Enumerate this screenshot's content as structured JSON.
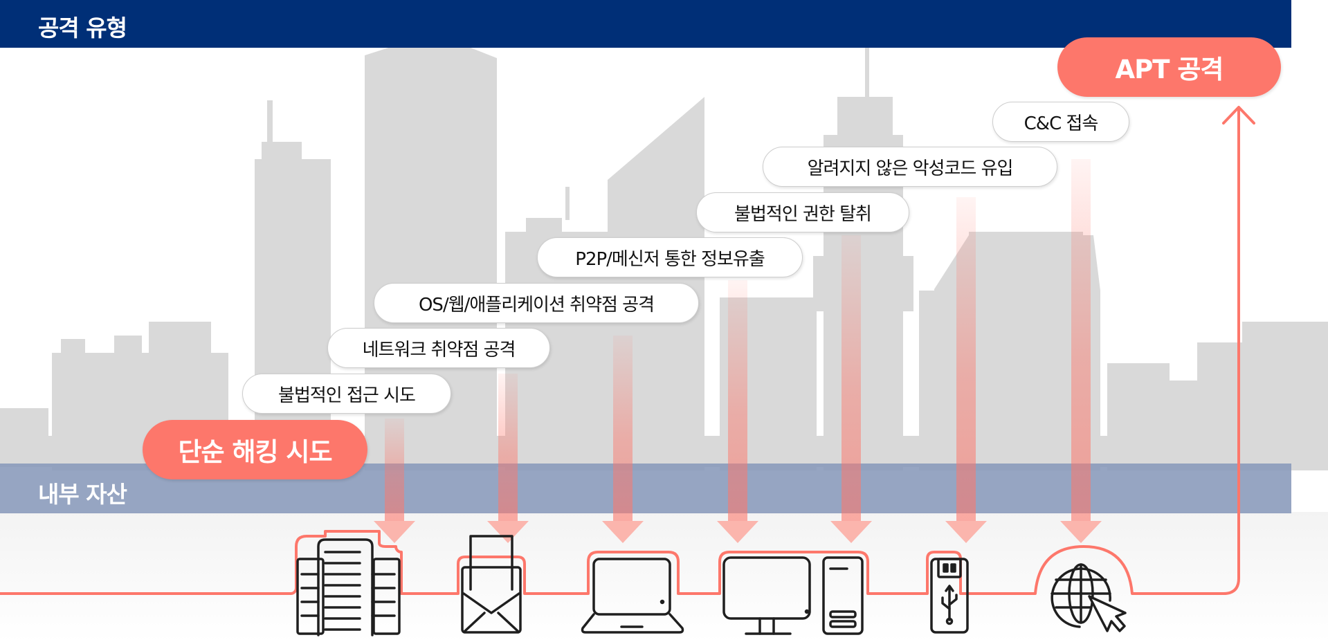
{
  "header": {
    "title": "공격 유형"
  },
  "assets_band": {
    "title": "내부 자산"
  },
  "start_label": "단순 해킹 시도",
  "end_label": "APT 공격",
  "attack_steps": [
    {
      "label": "불법적인 접근 시도"
    },
    {
      "label": "네트워크 취약점 공격"
    },
    {
      "label": "OS/웹/애플리케이션 취약점 공격"
    },
    {
      "label": "P2P/메신저 통한 정보유출"
    },
    {
      "label": "불법적인 권한 탈취"
    },
    {
      "label": "알려지지 않은 악성코드 유입"
    },
    {
      "label": "C&C 접속"
    }
  ],
  "assets": [
    {
      "icon": "server-rack-icon"
    },
    {
      "icon": "email-envelope-icon"
    },
    {
      "icon": "laptop-icon"
    },
    {
      "icon": "desktop-computer-icon"
    },
    {
      "icon": "usb-drive-icon"
    },
    {
      "icon": "globe-cursor-icon"
    }
  ],
  "colors": {
    "header_band": "#002f77",
    "assets_band": "#8898ba",
    "accent": "#fd776b",
    "skyline": "#d9d9d9"
  }
}
